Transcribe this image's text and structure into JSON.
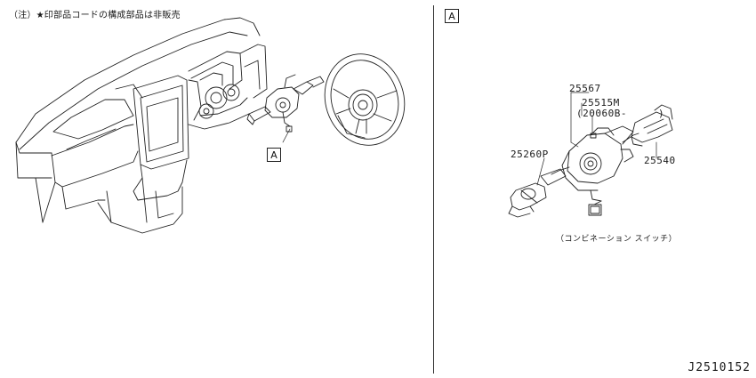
{
  "note": "（注）★印部品コードの構成部品は非販売",
  "ref_label": "A",
  "part_numbers": {
    "p25567": "25567",
    "p25515m": "25515M",
    "p20060b": "(20060B-",
    "p20060b_close": ")",
    "p25260p": "25260P",
    "p25540": "25540"
  },
  "caption": "（コンビネーション スイッチ）",
  "drawing_number": "J2510152",
  "colors": {
    "line": "#222222",
    "background": "#ffffff"
  }
}
